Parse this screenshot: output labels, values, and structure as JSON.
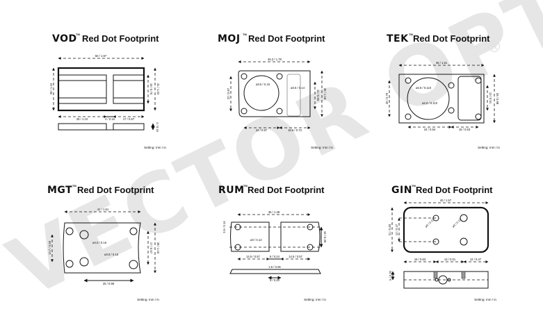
{
  "watermark": "VECTOR OPTICS",
  "watermark_mark": "®",
  "title_suffix": "Red Dot Footprint",
  "trademark": "TM",
  "units_note": "Setting: mm / in",
  "panels": {
    "vod": {
      "brand": "VOD",
      "dims": [
        "50 / 1.97",
        "28 / 1.10",
        "19 / 0.75",
        "31 / 1.22",
        "28 / 1.10",
        "4 / 0.16",
        "17 / 0.67",
        "4 / 0.16"
      ]
    },
    "moj": {
      "brand": "MOJ",
      "dims": [
        "45.3 / 1.78",
        "22 / 0.87",
        "14 / 0.55",
        "30 / 1.18",
        "22 / 0.87",
        "18.5 / 0.73"
      ],
      "holes": [
        "ø3.5 / 0.15",
        "ø3.5 / 0.14"
      ]
    },
    "tek": {
      "brand": "TEK",
      "dims": [
        "46 / 1.81",
        "20 / 0.79",
        "13 / 0.51",
        "25 / 0.98",
        "24 / 0.94",
        "16 / 0.63"
      ],
      "holes": [
        "ø2.8 / 0.110",
        "ø2.8 / 0.110"
      ]
    },
    "mgt": {
      "brand": "MGT",
      "dims": [
        "41 / 1.61",
        "14.7 / 0.58",
        "17 / 0.67",
        "28 / 1.10",
        "25 / 0.98"
      ],
      "holes": [
        "ø4.0 / 0.16",
        "ø3.8 / 0.15"
      ]
    },
    "rum": {
      "brand": "RUM",
      "dims": [
        "35 / 1.38",
        "3.5 / 0.14",
        "10 / 0.39",
        "14.5 / 0.57",
        "6 / 0.24",
        "14.5 / 0.57",
        "1.5 / 0.06",
        "5 / 0.20"
      ],
      "holes": [
        "ø3 / 0.12"
      ]
    },
    "gin": {
      "brand": "GIN",
      "dims": [
        "40 / 1.57",
        "21 / 0.83",
        "12 / 0.47",
        "16 / 0.63",
        "13 / 0.51",
        "12 / 0.47",
        "5 / 0.20"
      ],
      "holes": [
        "ø3 / 0.12",
        "ø3 / 0.12"
      ]
    }
  }
}
